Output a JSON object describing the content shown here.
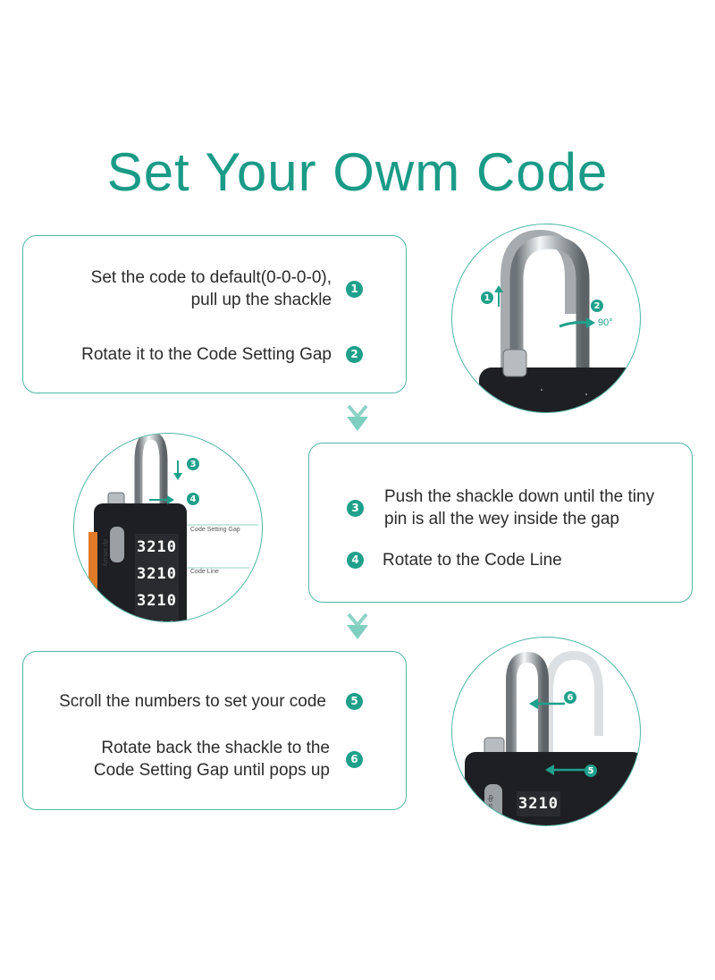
{
  "title": "Set Your Owm Code",
  "colors": {
    "accent": "#1a9b87",
    "border": "#4fb6a6",
    "badge": "#1fa08b"
  },
  "cards": [
    {
      "steps": [
        {
          "number": "1",
          "lines": [
            "Set the code to default(0-0-0-0),",
            "pull up the shackle"
          ]
        },
        {
          "number": "2",
          "lines": [
            "Rotate it to the Code Setting Gap"
          ]
        }
      ]
    },
    {
      "steps": [
        {
          "number": "3",
          "lines": [
            "Push the shackle down until the tiny",
            "pin is all the wey inside the gap"
          ]
        },
        {
          "number": "4",
          "lines": [
            "Rotate to the Code Line"
          ]
        }
      ]
    },
    {
      "steps": [
        {
          "number": "5",
          "lines": [
            "Scroll the numbers to set your code"
          ]
        },
        {
          "number": "6",
          "lines": [
            "Rotate back the shackle to the",
            "Code Setting Gap until pops up"
          ]
        }
      ]
    }
  ],
  "illustrations": {
    "one": {
      "badge_up": "1",
      "badge_rotate": "2",
      "angle": "90°"
    },
    "two": {
      "badge_push": "3",
      "badge_rotate": "4",
      "label_gap": "Code Setting Gap",
      "label_line": "Code Line",
      "brand": "dp secury",
      "dial_digits": "3210"
    },
    "three": {
      "badge_rotate": "6",
      "badge_scroll": "5",
      "brand": "dp secury",
      "dial_digits": "3210"
    }
  }
}
